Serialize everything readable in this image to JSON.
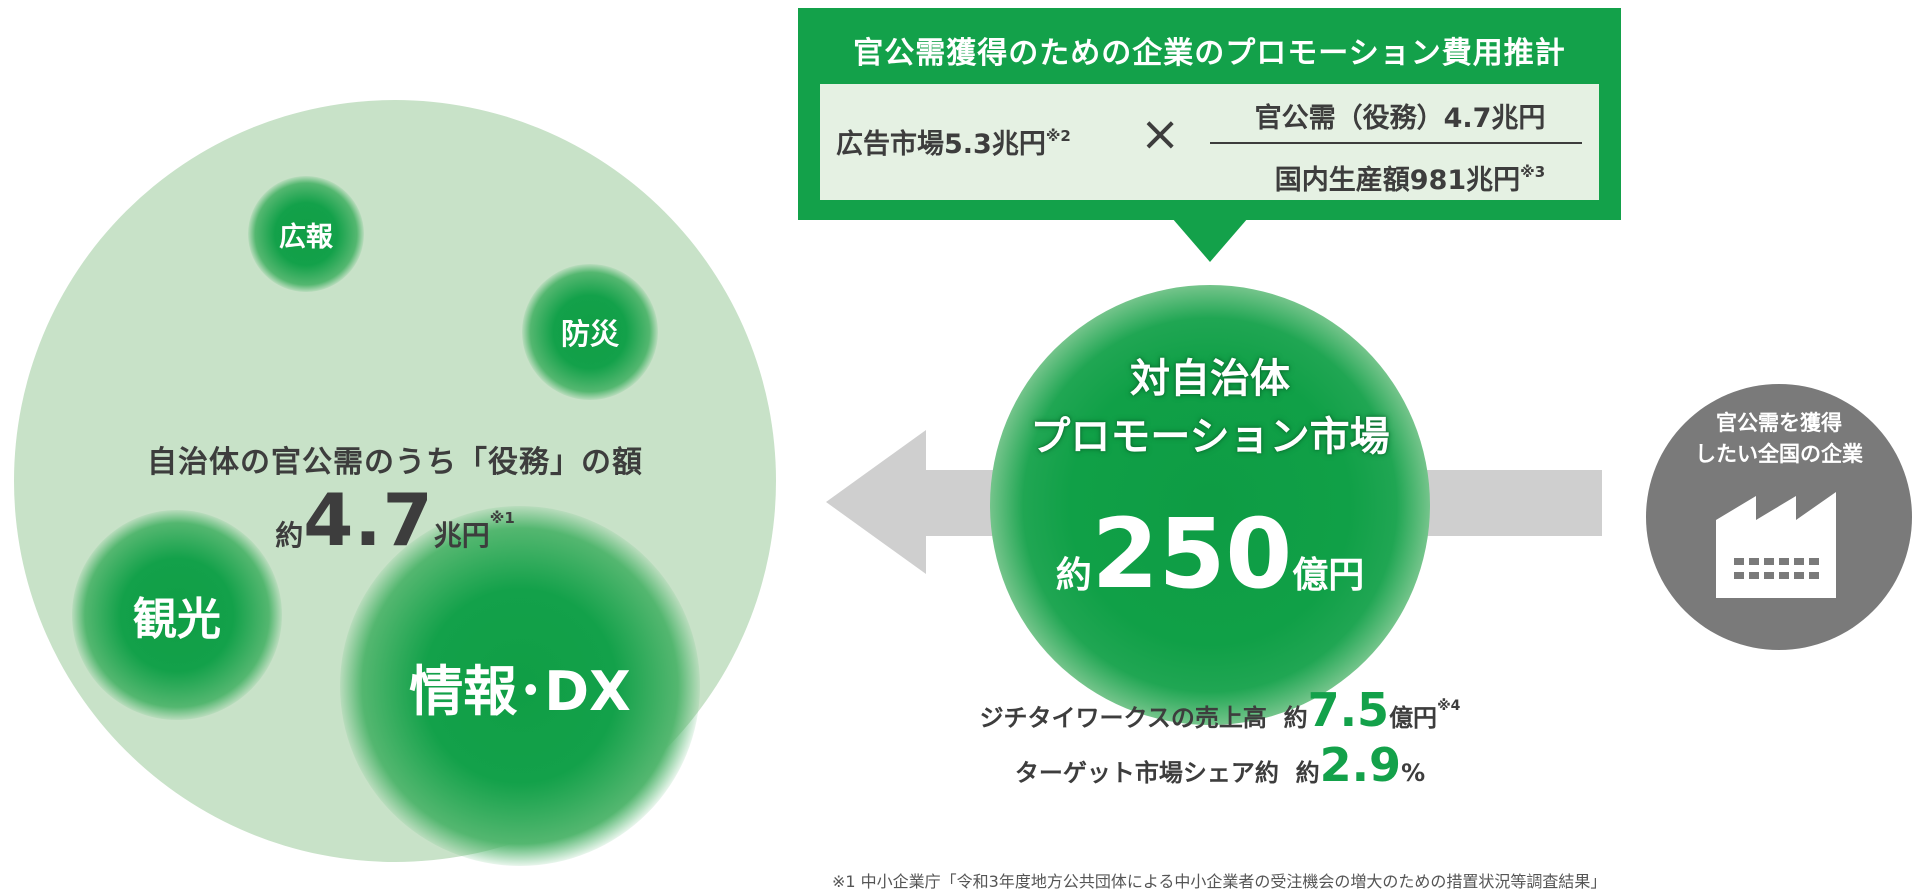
{
  "left_circle": {
    "bubbles": {
      "kouhou": "広報",
      "bousai": "防災",
      "kankou": "観光",
      "dx": "情報･DX"
    },
    "heading": "自治体の官公需のうち「役務」の額",
    "amount_prefix": "約",
    "amount_value": "4.7",
    "amount_unit": "兆円",
    "amount_note": "※1"
  },
  "formula": {
    "title": "官公需獲得のための企業のプロモーション費用推計",
    "left_term": "広告市場5.3兆円",
    "left_note": "※2",
    "operator": "×",
    "numerator": "官公需（役務）4.7兆円",
    "denominator": "国内生産額981兆円",
    "denominator_note": "※3"
  },
  "center_market": {
    "title_line1": "対自治体",
    "title_line2": "プロモーション市場",
    "amount_prefix": "約",
    "amount_value": "250",
    "amount_unit": "億円"
  },
  "stats": {
    "sales_label": "ジチタイワークスの売上高",
    "sales_prefix": "約",
    "sales_value": "7.5",
    "sales_unit": "億円",
    "sales_note": "※4",
    "share_label": "ターゲット市場シェア約",
    "share_prefix": "約",
    "share_value": "2.9",
    "share_unit": "%"
  },
  "company": {
    "line1": "官公需を獲得",
    "line2": "したい全国の企業",
    "icon": "factory-icon"
  },
  "colors": {
    "green": "#13a14a",
    "pale_green": "#c8e2c8",
    "grey_arrow": "#cfcfcf",
    "company_grey": "#7a7a7a"
  },
  "footnote": "※1 中小企業庁「令和3年度地方公共団体による中小企業者の受注機会の増大のための措置状況等調査結果」"
}
